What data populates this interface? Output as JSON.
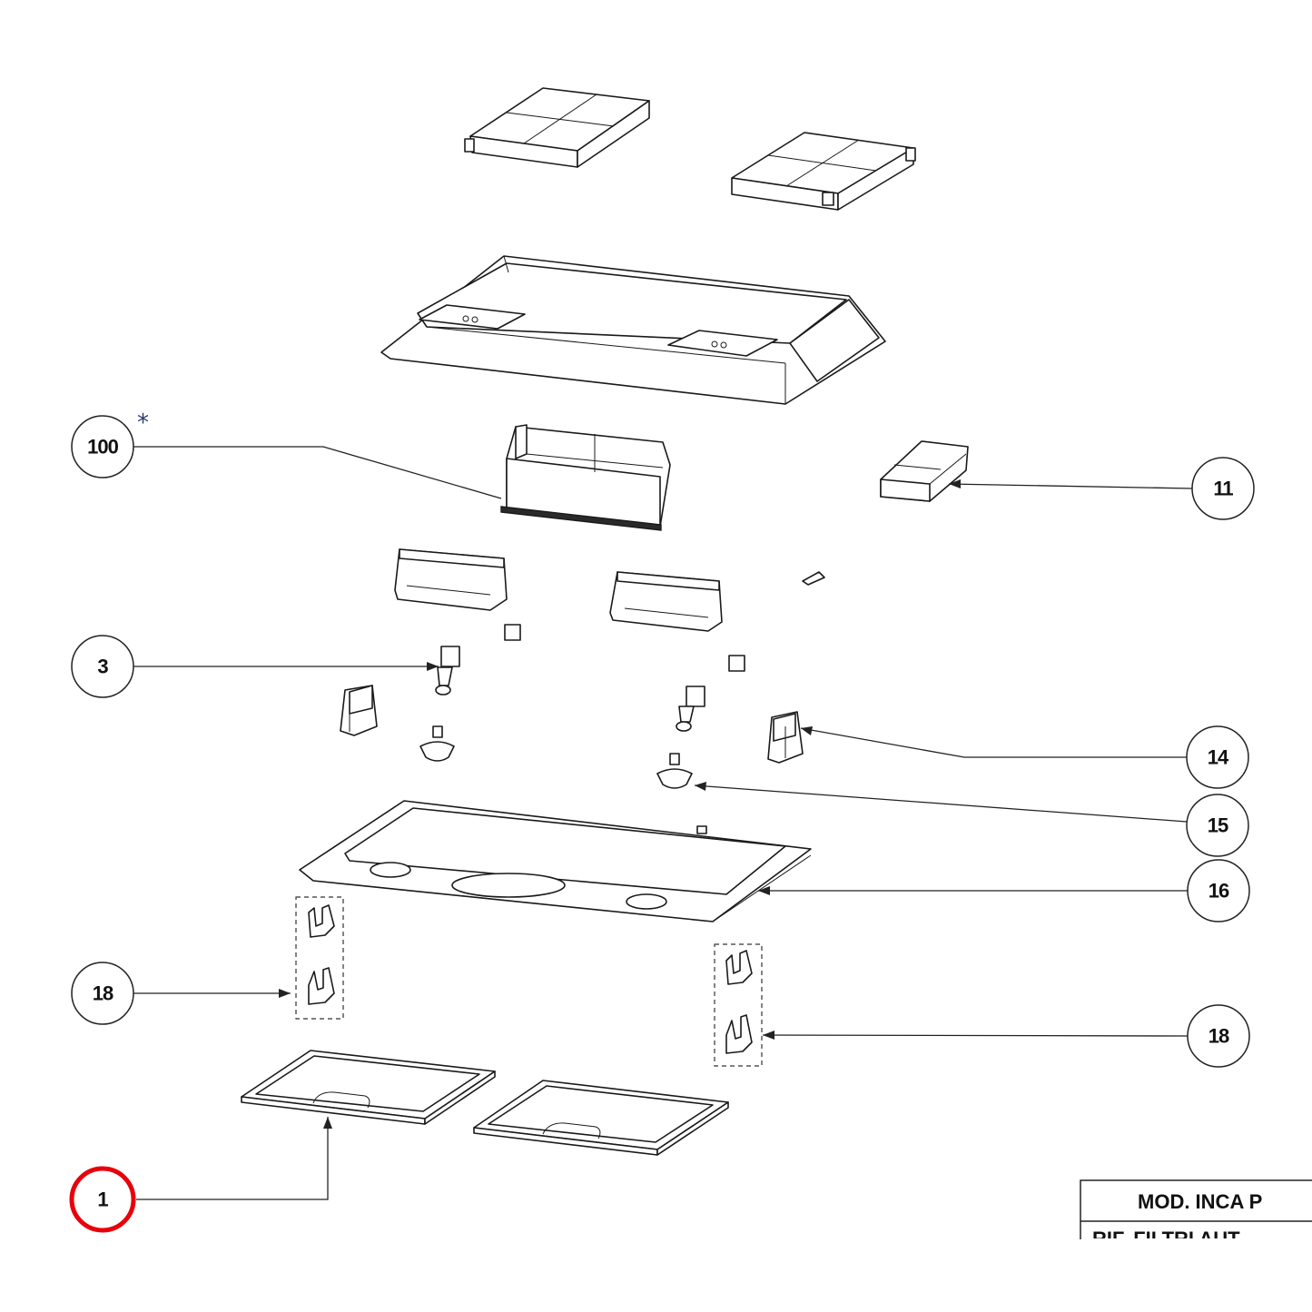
{
  "callouts": {
    "c100": "100",
    "c11": "11",
    "c3": "3",
    "c14": "14",
    "c15": "15",
    "c16": "16",
    "c18_left": "18",
    "c18_right": "18",
    "c1": "1"
  },
  "note_marker": "*",
  "highlight_color": "#e8000b",
  "title_block": {
    "model": "MOD. INCA P",
    "subtitle": "RIF. FILTRI AUT."
  }
}
